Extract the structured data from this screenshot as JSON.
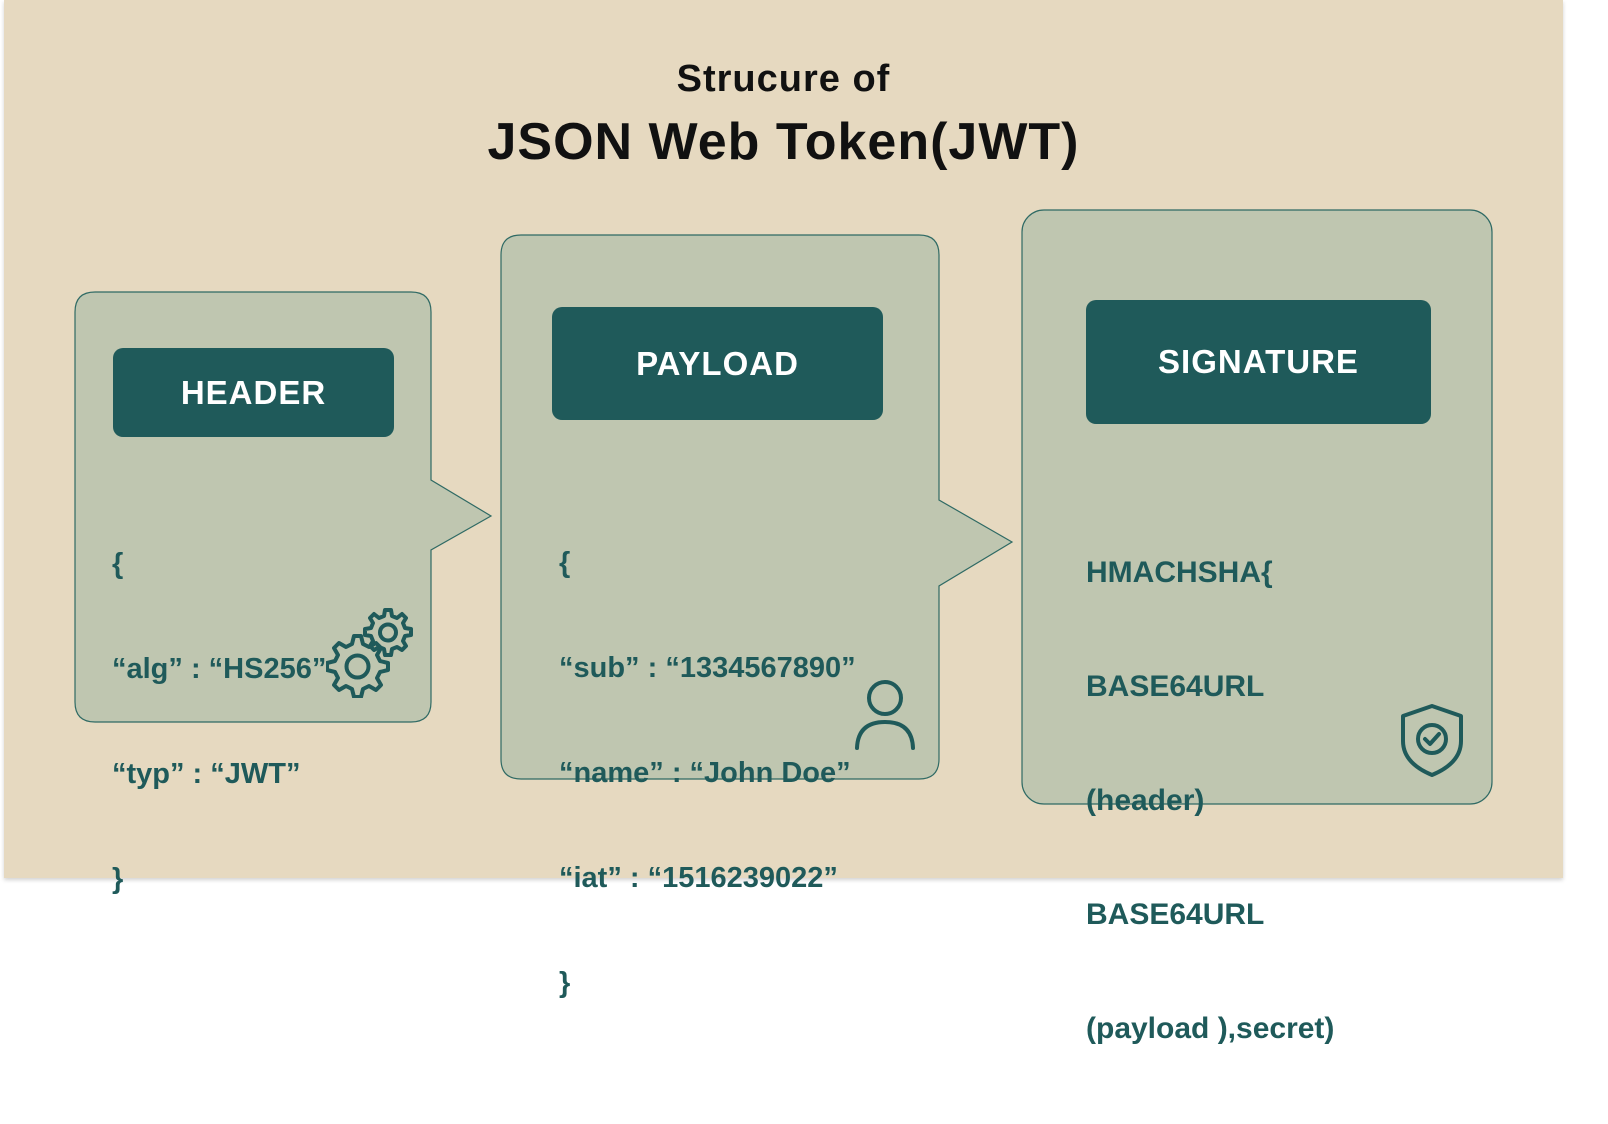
{
  "title": {
    "line1": "Strucure of",
    "line2": "JSON Web Token(JWT)"
  },
  "colors": {
    "background": "#e6d9c0",
    "card": "#bfc6b0",
    "accent": "#1f5a5a"
  },
  "header": {
    "label": "HEADER",
    "lines": [
      "{",
      "“alg” : “HS256”",
      "“typ” : “JWT”",
      "}"
    ],
    "icon": "gears-icon"
  },
  "payload": {
    "label": "PAYLOAD",
    "lines": [
      "{",
      "“sub” : “1334567890”",
      "“name” : “John Doe”",
      "“iat” : “1516239022”",
      "}"
    ],
    "icon": "user-icon"
  },
  "signature": {
    "label": "SIGNATURE",
    "lines": [
      "HMACHSHA{",
      "BASE64URL",
      "(header)",
      "BASE64URL",
      "(payload ),secret)"
    ],
    "icon": "shield-check-icon"
  }
}
